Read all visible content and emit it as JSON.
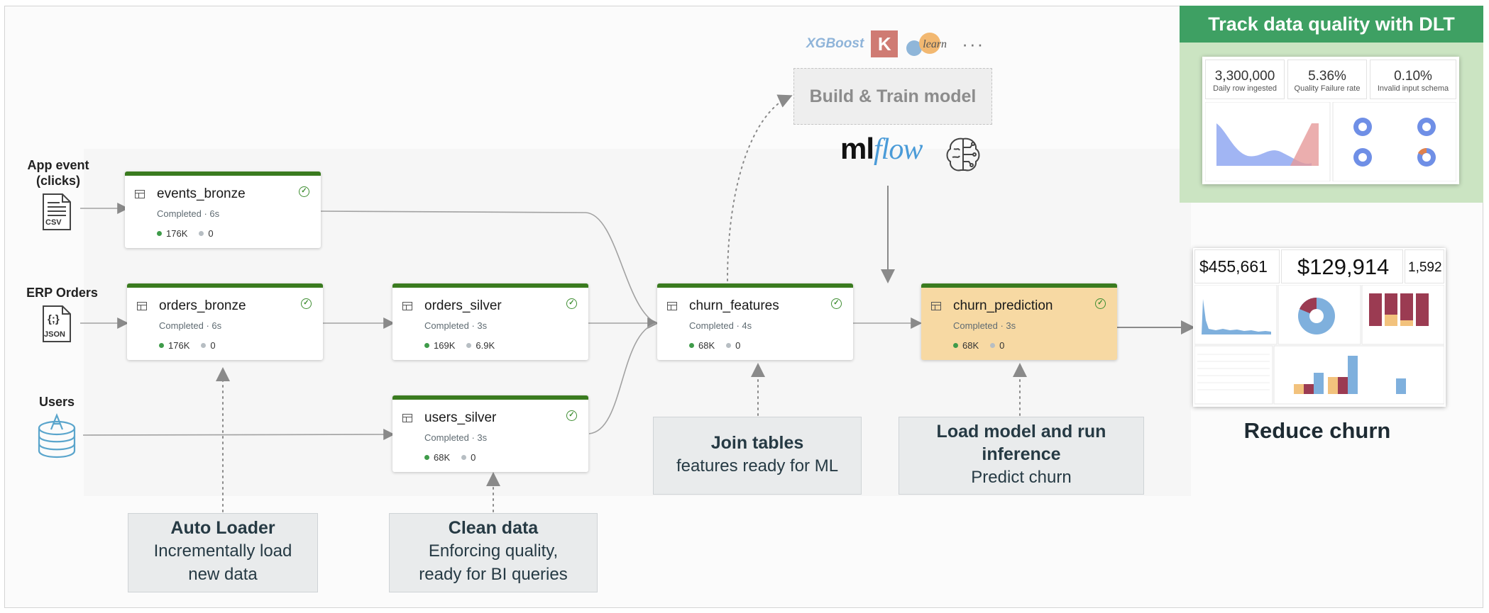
{
  "sources": {
    "app_event": "App event\n(clicks)",
    "app_event_icon": "CSV",
    "erp_orders": "ERP Orders",
    "erp_orders_icon": "JSON",
    "users": "Users"
  },
  "nodes": {
    "events_bronze": {
      "name": "events_bronze",
      "status": "Completed · 6s",
      "rows": "176K",
      "dropped": "0"
    },
    "orders_bronze": {
      "name": "orders_bronze",
      "status": "Completed · 6s",
      "rows": "176K",
      "dropped": "0"
    },
    "orders_silver": {
      "name": "orders_silver",
      "status": "Completed · 3s",
      "rows": "169K",
      "dropped": "6.9K"
    },
    "users_silver": {
      "name": "users_silver",
      "status": "Completed · 3s",
      "rows": "68K",
      "dropped": "0"
    },
    "churn_features": {
      "name": "churn_features",
      "status": "Completed · 4s",
      "rows": "68K",
      "dropped": "0"
    },
    "churn_prediction": {
      "name": "churn_prediction",
      "status": "Completed · 3s",
      "rows": "68K",
      "dropped": "0"
    }
  },
  "callouts": {
    "auto_loader": {
      "title": "Auto Loader",
      "line1": "Incrementally load",
      "line2": "new data"
    },
    "clean_data": {
      "title": "Clean data",
      "line1": "Enforcing quality,",
      "line2": "ready for BI queries"
    },
    "join_tables": {
      "title": "Join tables",
      "line1": "features ready for ML"
    },
    "load_model": {
      "title1": "Load model and run",
      "title2": "inference",
      "line1": "Predict churn"
    }
  },
  "ml": {
    "build_train": "Build & Train model",
    "xgboost": "XGBoost",
    "keras": "K",
    "sklearn": "learn",
    "more": "···",
    "mlflow_ml": "ml",
    "mlflow_flow": "flow"
  },
  "dlt": {
    "title": "Track data quality with DLT",
    "kpis": [
      {
        "value": "3,300,000",
        "label": "Daily row ingested"
      },
      {
        "value": "5.36%",
        "label": "Quality Failure rate"
      },
      {
        "value": "0.10%",
        "label": "Invalid input schema"
      }
    ]
  },
  "churn_dashboard": {
    "kpis": [
      "$455,661",
      "$129,914",
      "1,592"
    ]
  },
  "reduce_churn": "Reduce churn",
  "colors": {
    "node_top": "#3a7b1f",
    "prediction_bg": "#f7d9a3",
    "dlt_header": "#3ea063",
    "dlt_panel": "#cbe4c2"
  }
}
